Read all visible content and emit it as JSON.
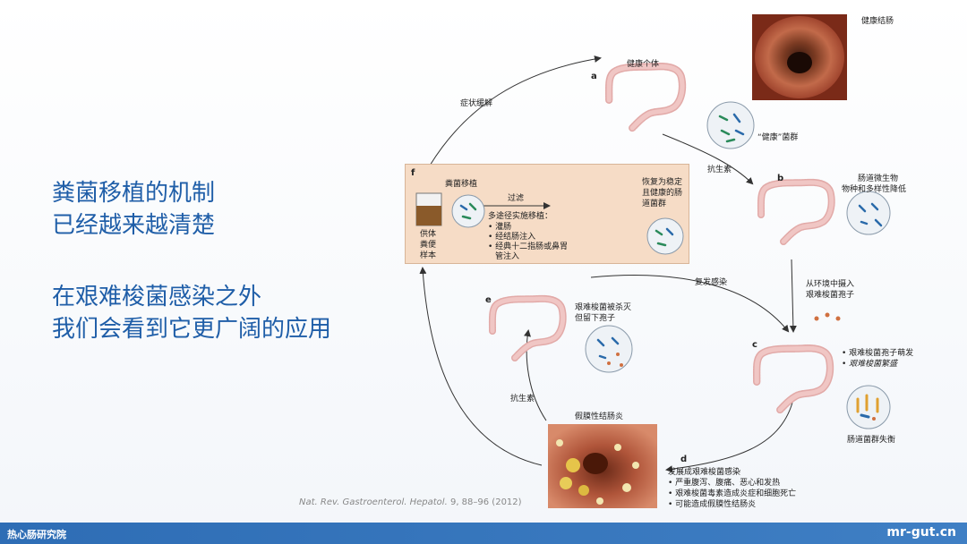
{
  "headline": {
    "line1": "粪菌移植的机制",
    "line2": "已经越来越清楚",
    "line3": "在艰难梭菌感染之外",
    "line4": "我们会看到它更广阔的应用"
  },
  "panels": {
    "a": {
      "letter": "a",
      "title": "健康个体",
      "photo_label": "健康结肠",
      "flora_label": "“健康”菌群"
    },
    "b": {
      "letter": "b",
      "label_line1": "肠道微生物",
      "label_line2": "物种和多样性降低"
    },
    "c": {
      "letter": "c",
      "note1": "艰难梭菌孢子萌发",
      "note2": "艰难梭菌繁盛",
      "flora_label": "肠道菌群失衡"
    },
    "d": {
      "letter": "d",
      "title": "发展成艰难梭菌感染",
      "items": [
        "严重腹泻、腹痛、恶心和发热",
        "艰难梭菌毒素造成炎症和细胞死亡",
        "可能造成假膜性结肠炎"
      ]
    },
    "e": {
      "letter": "e",
      "label_line1": "艰难梭菌被杀灭",
      "label_line2": "但留下孢子"
    },
    "f": {
      "letter": "f",
      "title": "粪菌移植",
      "filter": "过滤",
      "routes_title": "多途径实施移植：",
      "routes": [
        "灌肠",
        "经结肠注入",
        "经典十二指肠或鼻胃",
        "管注入"
      ],
      "donor_1": "供体",
      "donor_2": "粪便",
      "donor_3": "样本",
      "restore_1": "恢复为稳定",
      "restore_2": "且健康的肠",
      "restore_3": "道菌群"
    }
  },
  "arrows": {
    "symptom_relief": "症状缓解",
    "antibiotic_1": "抗生素",
    "spores_1": "从环境中摄入",
    "spores_2": "艰难梭菌孢子",
    "relapse": "复发感染",
    "antibiotic_2": "抗生素",
    "pseudo_colitis": "假膜性结肠炎"
  },
  "citation": {
    "journal": "Nat. Rev. Gastroenterol. Hepatol.",
    "details": "9, 88–96 (2012)"
  },
  "footer": {
    "left": "热心肠研究院",
    "right": "mr-gut.cn"
  },
  "colors": {
    "headline": "#1f5ea8",
    "footer": "#2e6db5",
    "colon": "#e8b5b3",
    "panel_f": "#f6dcc6"
  }
}
